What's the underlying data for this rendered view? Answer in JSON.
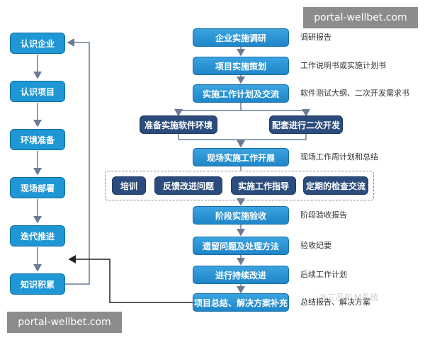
{
  "watermark_top": "portal-wellbet.com",
  "watermark_bottom": "portal-wellbet.com",
  "faint_watermark": "@三品PLM系统",
  "left_steps": [
    "认识企业",
    "认识项目",
    "环境准备",
    "现场部署",
    "迭代推进",
    "知识积累"
  ],
  "main_steps": {
    "s1": "企业实施调研",
    "s2": "项目实施策划",
    "s3": "实施工作计划及交流",
    "branch_left": "准备实施软件环境",
    "branch_right": "配套进行二次开发",
    "s4": "现场实施工作开展",
    "sub1": "培训",
    "sub2": "反馈改进问题",
    "sub3": "实施工作指导",
    "sub4": "定期的检查交流",
    "s5": "阶段实施验收",
    "s6": "遗留问题及处理方法",
    "s7": "进行持续改进",
    "s8": "项目总结、解决方案补充"
  },
  "notes": {
    "n1": "调研报告",
    "n2": "工作说明书或实施计划书",
    "n3": "软件测试大纲、二次开发需求书",
    "n4": "现场工作周计划和总结",
    "n5": "阶段验收报告",
    "n6": "验收纪要",
    "n7": "后续工作计划",
    "n8": "总结报告、解决方案"
  },
  "colors": {
    "left_box": "#1f97d4",
    "main_box": "#2a8fd0",
    "dark_box": "#2b4c7c",
    "arrow": "#6c7b93",
    "black_arrow": "#222222"
  }
}
